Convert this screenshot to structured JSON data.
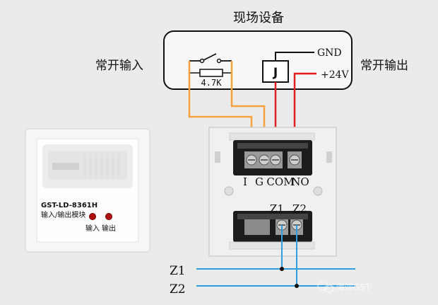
{
  "title": "现场设备",
  "left_label": "常开输入",
  "right_label": "常开输出",
  "resistor_label": "4.7K",
  "relay_label": "J",
  "gnd_label": "GND",
  "v24_label": "+24V",
  "module": {
    "model": "GST-LD-8361H",
    "name": "输入/输出模块",
    "led_in_label": "输入",
    "led_out_label": "输出"
  },
  "terminals_top": [
    "I",
    "G",
    "COM",
    "NO"
  ],
  "terminals_bottom": [
    "Z1",
    "Z2"
  ],
  "bus_labels": [
    "Z1",
    "Z2"
  ],
  "watermark": "海湾GST",
  "colors": {
    "orange": "#f5a23c",
    "red": "#e02020",
    "blue": "#2ea0e0",
    "background": "#ebebeb"
  }
}
